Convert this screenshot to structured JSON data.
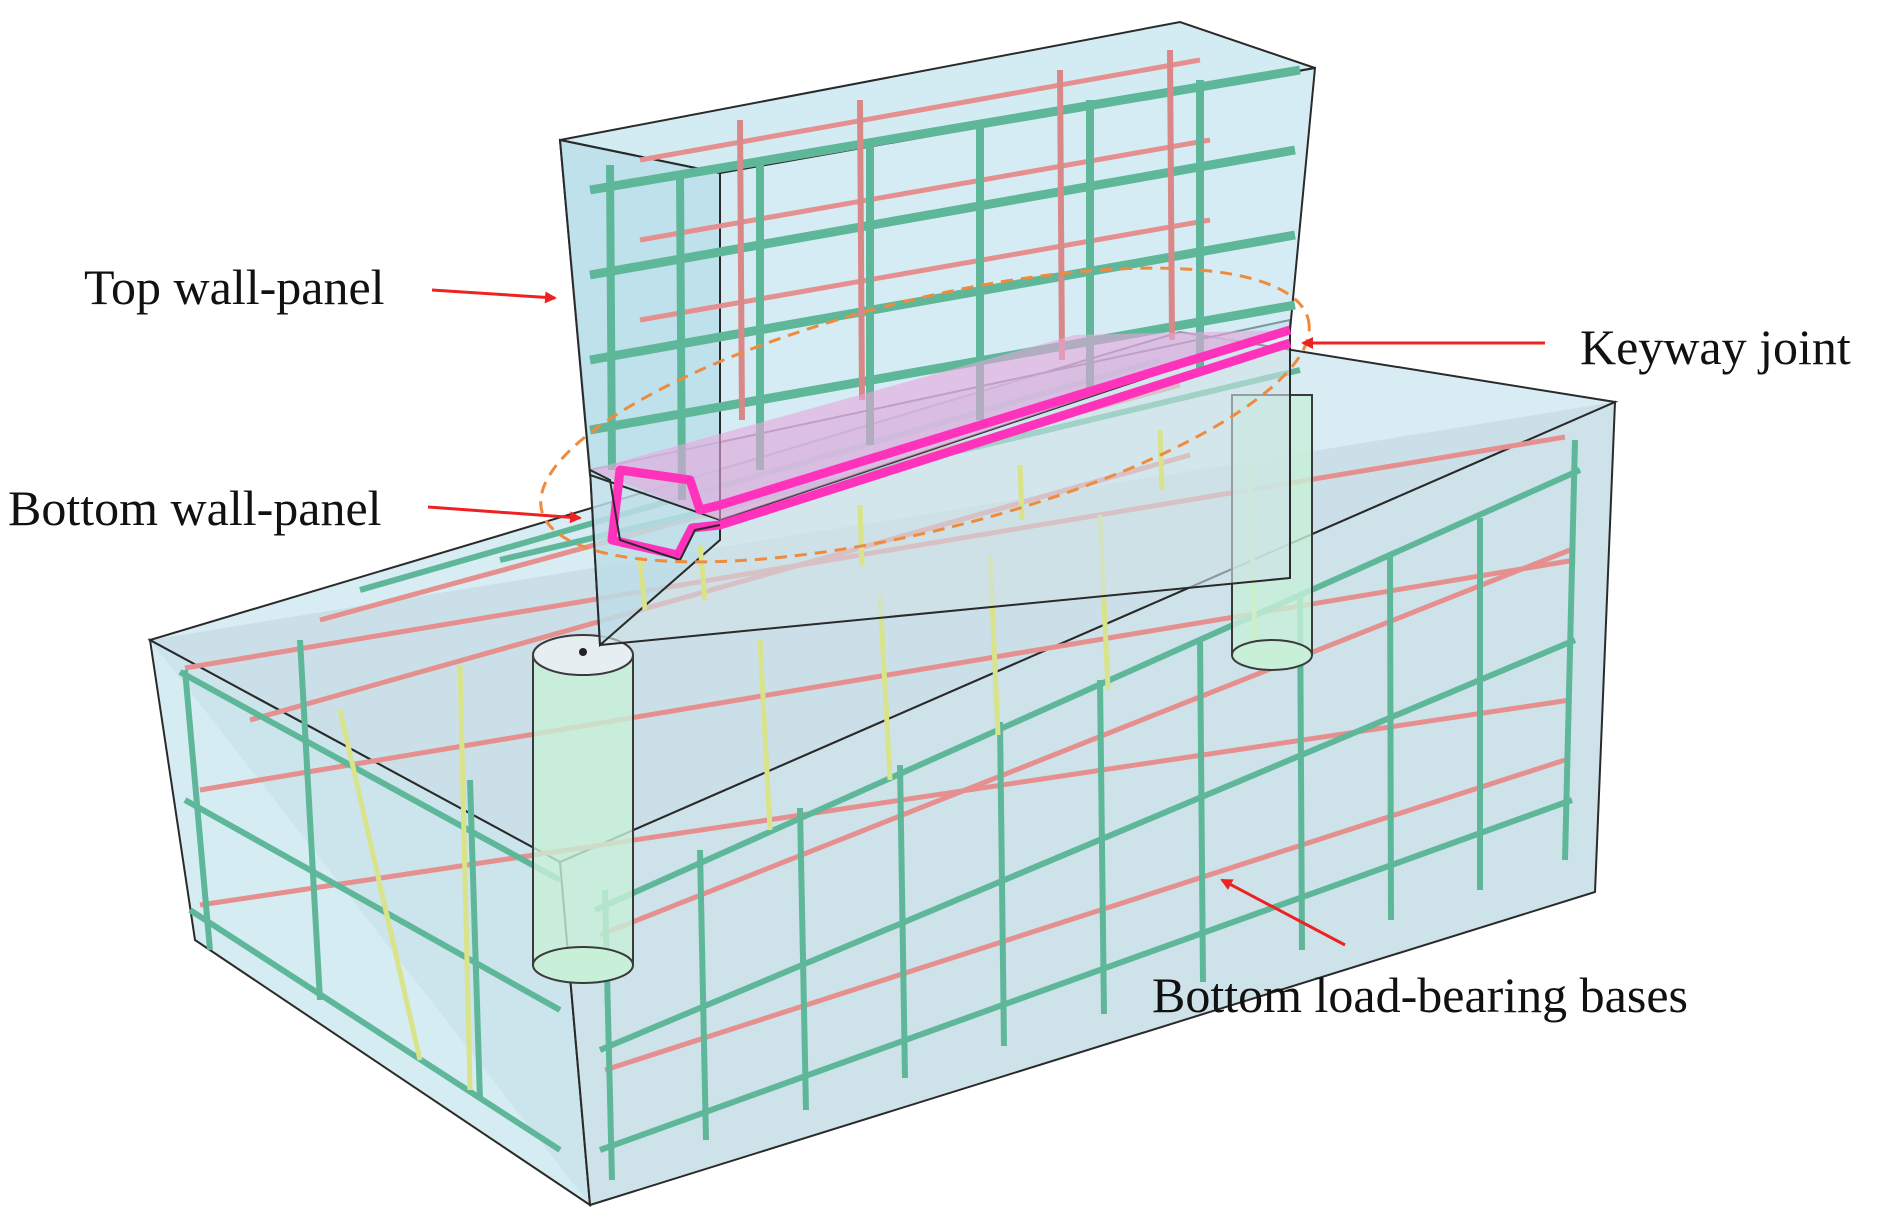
{
  "labels": {
    "top_wall_panel": "Top wall-panel",
    "keyway_joint": "Keyway joint",
    "bottom_wall_panel": "Bottom wall-panel",
    "bottom_base": "Bottom load-bearing bases"
  },
  "colors": {
    "concrete_fill": "#bfe3ec",
    "edge": "#2a2a2a",
    "rebar_green": "#5fb79a",
    "rebar_red": "#e58f8f",
    "rebar_yellow": "#d9e38a",
    "joint_magenta": "#ff33bb",
    "dashed_outline": "#f08a3c",
    "arrow": "#ee2222",
    "duct": "#c8f0d8"
  }
}
